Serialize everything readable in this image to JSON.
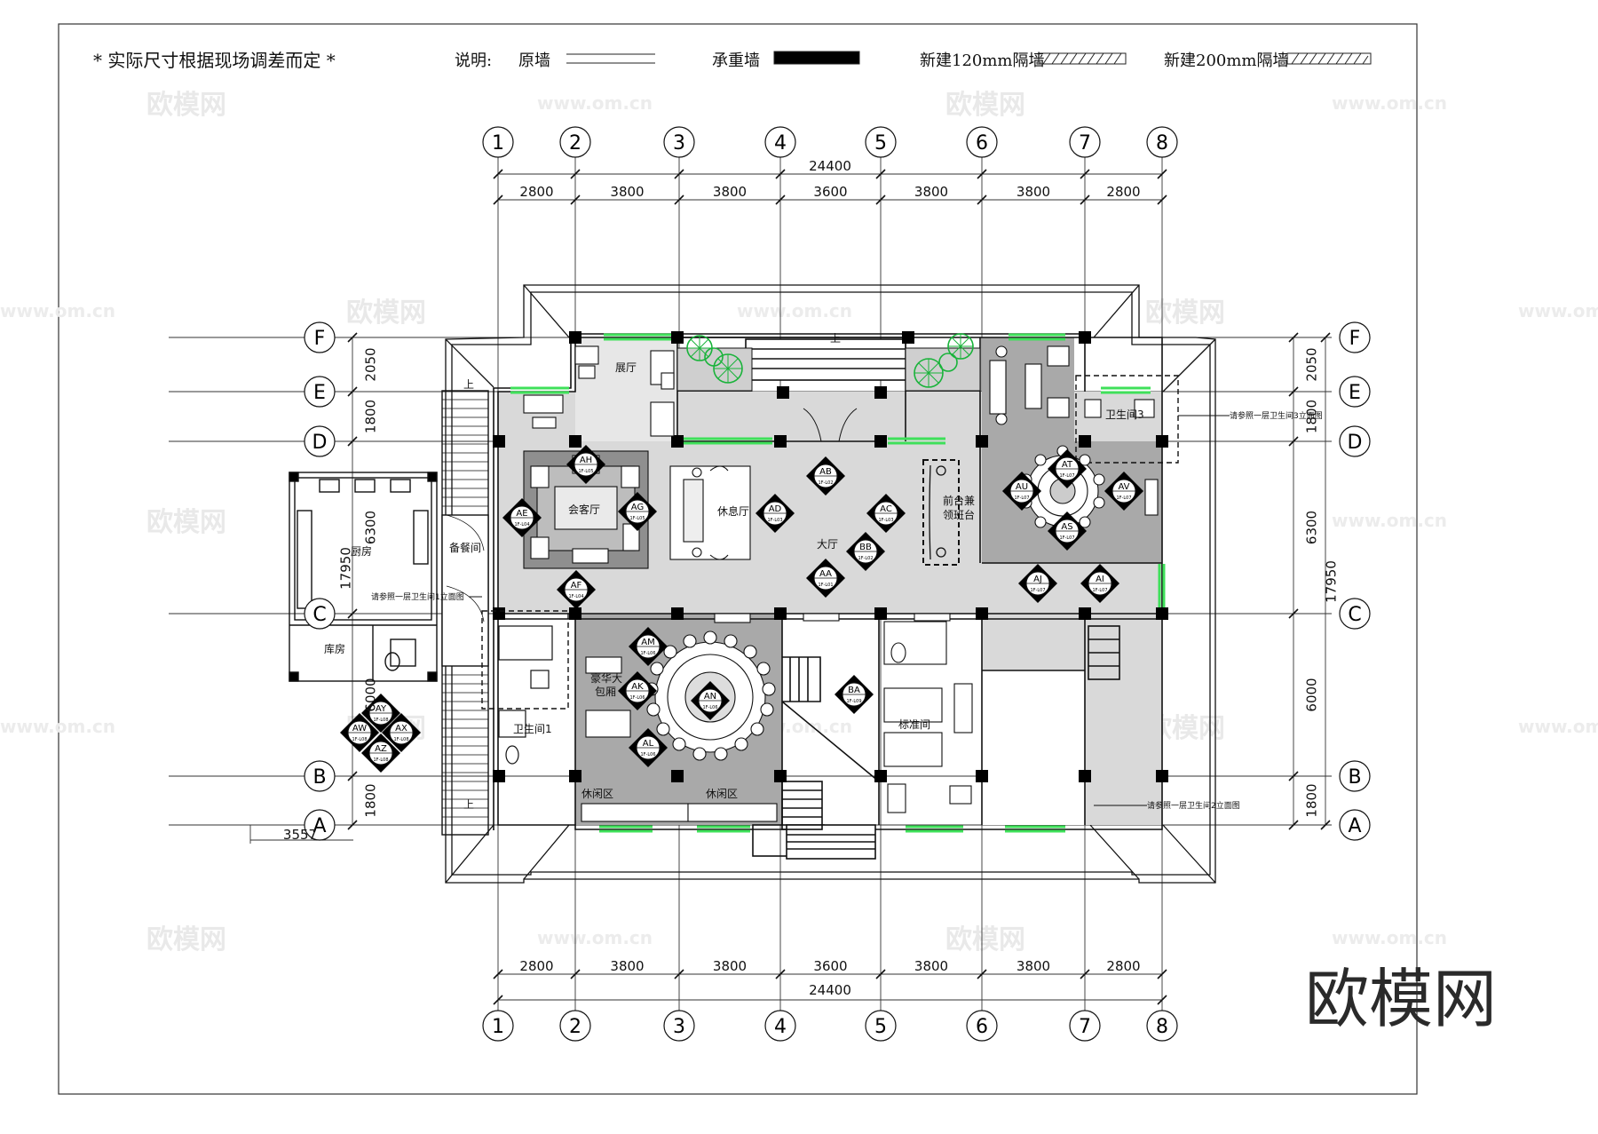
{
  "header": {
    "note": "* 实际尺寸根据现场调差而定 *",
    "legend_intro": "说明:",
    "legend": [
      {
        "label": "原墙"
      },
      {
        "label": "承重墙"
      },
      {
        "label": "新建120mm隔墙"
      },
      {
        "label": "新建200mm隔墙"
      }
    ]
  },
  "grid": {
    "cols": [
      "1",
      "2",
      "3",
      "4",
      "5",
      "6",
      "7",
      "8"
    ],
    "rows": [
      "F",
      "E",
      "D",
      "C",
      "B",
      "A"
    ],
    "top_spans": [
      "2800",
      "3800",
      "3800",
      "3600",
      "3800",
      "3800",
      "2800"
    ],
    "bottom_spans": [
      "2800",
      "3800",
      "3800",
      "3600",
      "3800",
      "3800",
      "2800"
    ],
    "total_width": "24400",
    "right_spans": [
      "2050",
      "1800",
      "6300",
      "6000",
      "1800"
    ],
    "left_spans": [
      "2050",
      "1800",
      "6300",
      "6000",
      "1800"
    ],
    "total_depth": "17950",
    "extra_dim": "3557",
    "left_17950": "17950"
  },
  "rooms": {
    "exhibition": "展厅",
    "reception": "会客厅",
    "lounge": "休息厅",
    "hall": "大厅",
    "front_desk": "前台兼",
    "front_desk2": "领班台",
    "kitchen": "厨房",
    "pantry": "备餐间",
    "storage": "库房",
    "wc1": "卫生间1",
    "wc3": "卫生间3",
    "vip_room": "豪华大",
    "vip_room2": "包厢",
    "leisure_a": "休闲区",
    "leisure_b": "休闲区",
    "standard_room": "标准间",
    "up1": "上",
    "up2": "上",
    "up3": "上"
  },
  "notes": {
    "wc_ref_1": "请参照一层卫生间1立面图",
    "wc_ref_3": "请参照一层卫生间3立面图",
    "wc_ref_2": "请参照一层卫生间2立面图"
  },
  "markers": [
    {
      "code": "AB",
      "sheet": "1F-L02"
    },
    {
      "code": "AD",
      "sheet": "1F-L03"
    },
    {
      "code": "AC",
      "sheet": "1F-L03"
    },
    {
      "code": "AA",
      "sheet": "1F-L01"
    },
    {
      "code": "BB",
      "sheet": "1F-L02"
    },
    {
      "code": "AH",
      "sheet": "1F-L05"
    },
    {
      "code": "AG",
      "sheet": "1F-L05"
    },
    {
      "code": "AE",
      "sheet": "1F-L04"
    },
    {
      "code": "AF",
      "sheet": "1F-L04"
    },
    {
      "code": "AM",
      "sheet": "1F-L06"
    },
    {
      "code": "AK",
      "sheet": "1F-L06"
    },
    {
      "code": "AN",
      "sheet": "1F-L06"
    },
    {
      "code": "AL",
      "sheet": "1F-L06"
    },
    {
      "code": "BA",
      "sheet": "1F-L09"
    },
    {
      "code": "AJ",
      "sheet": "1F-L07"
    },
    {
      "code": "AI",
      "sheet": "1F-L07"
    },
    {
      "code": "AT",
      "sheet": "1F-L07"
    },
    {
      "code": "AU",
      "sheet": "1F-L07"
    },
    {
      "code": "AV",
      "sheet": "1F-L07"
    },
    {
      "code": "AS",
      "sheet": "1F-L07"
    },
    {
      "code": "AY",
      "sheet": "1F-L08"
    },
    {
      "code": "AW",
      "sheet": "1F-L08"
    },
    {
      "code": "AX",
      "sheet": "1F-L08"
    },
    {
      "code": "AZ",
      "sheet": "1F-L08"
    }
  ],
  "watermark": {
    "brand": "欧模网",
    "url": "www.om.cn"
  },
  "colors": {
    "line": "#111111",
    "room_fill": "#d9d9d9",
    "dark_fill": "#a9a9a9",
    "window_green": "#3fe05a",
    "plant_green": "#19b33a"
  }
}
